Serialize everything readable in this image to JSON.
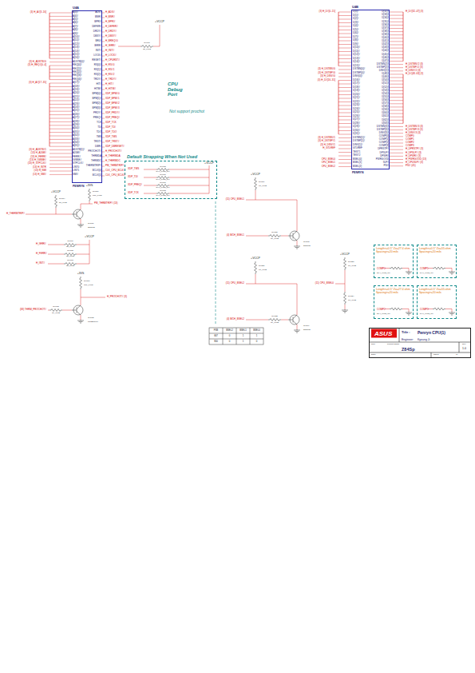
{
  "diagram": {
    "nodes": [
      {
        "text": [
          "U4A",
          "PENRYN"
        ]
      },
      {
        "text": [
          "U4B",
          "PENRYN"
        ]
      },
      {
        "text": [
          "Default Strapping When Not Used"
        ]
      },
      {
        "text": [
          "Length<=0.5\" Zo=27.4 ohm Spacing>=20 mils",
          "COMP0",
          "27.4_0402_1%"
        ]
      },
      {
        "text": [
          "Length<=0.5\" Zo=55 ohm Spacing>=20 mils",
          "COMP1",
          "54.9_0402_1%"
        ]
      },
      {
        "text": [
          "Length<=0.5\" Zo=27.4 ohm Spacing>=20 mils",
          "COMP2",
          "27.4_0402_1%"
        ]
      },
      {
        "text": [
          "Length<=0.5\" Zo=55 ohm Spacing>=20 mils",
          "COMP3",
          "54.9_0402_1%"
        ]
      },
      {
        "text": [
          "ASUS",
          "Title :",
          "Penryn CPU(1)",
          "Engineer:",
          "Kyoung Ji",
          "Size",
          "Project Name",
          "Rev",
          "Z84Sp",
          "1.0",
          "Date:",
          "Sheet",
          "of"
        ]
      }
    ],
    "labels": [
      "A[3]#",
      "A[4]#",
      "A[5]#",
      "A[6]#",
      "A[7]#",
      "A[8]#",
      "A[9]#",
      "A[10]#",
      "A[11]#",
      "A[12]#",
      "A[13]#",
      "A[14]#",
      "A[15]#",
      "A[16]#",
      "ADSTB[0]#",
      "REQ[0]#",
      "REQ[1]#",
      "REQ[2]#",
      "REQ[3]#",
      "REQ[4]#",
      "A[17]#",
      "A[18]#",
      "A[19]#",
      "A[20]#",
      "A[21]#",
      "A[22]#",
      "A[23]#",
      "A[24]#",
      "A[25]#",
      "A[26]#",
      "A[27]#",
      "A[28]#",
      "A[29]#",
      "A[30]#",
      "A[31]#",
      "A[32]#",
      "A[33]#",
      "A[34]#",
      "A[35]#",
      "ADSTB[1]#",
      "A20M#",
      "FERR#",
      "IGNNE#",
      "STPCLK#",
      "LINT0",
      "LINT1",
      "SMI#",
      "ADS#",
      "BNR#",
      "BPRI#",
      "DEFER#",
      "DRDY#",
      "DBSY#",
      "BR0#",
      "IERR#",
      "INIT#",
      "LOCK#",
      "RESET#",
      "RS[0]#",
      "RS[1]#",
      "RS[2]#",
      "TRDY#",
      "HIT#",
      "HITM#",
      "BPM[0]#",
      "BPM[1]#",
      "BPM[2]#",
      "BPM[3]#",
      "PRDY#",
      "PREQ#",
      "TCK",
      "TDI",
      "TDO",
      "TMS",
      "TRST#",
      "DBR#",
      "PROCHOT#",
      "THRMDA",
      "THRMDC",
      "THERMTRIP#",
      "BCLK[0]",
      "BCLK[1]",
      "H_ADS#",
      "H_BNR#",
      "H_BPRI#",
      "H_DEFER#",
      "H_DRDY#",
      "H_DBSY#",
      "H_BREQ#0",
      "H_IERR#",
      "H_INIT#",
      "H_LOCK#",
      "H_CPURST#",
      "H_RS#0",
      "H_RS#1",
      "H_RS#2",
      "H_TRDY#",
      "H_HIT#",
      "H_HITM#",
      "XDP_BPM#0",
      "XDP_BPM#1",
      "XDP_BPM#2",
      "XDP_BPM#3",
      "XDP_PRDY#",
      "XDP_PREQ#",
      "XDP_TCK",
      "XDP_TDI",
      "XDP_TDO",
      "XDP_TMS",
      "XDP_TRST#",
      "XDP_DBRESET#",
      "H_PROCHOT#",
      "H_THERMDA",
      "H_THERMDC",
      "PM_THRMTRIP#",
      "CLK_CPU_BCLK",
      "CLK_CPU_BCLK#",
      "D[0]#",
      "D[1]#",
      "D[2]#",
      "D[3]#",
      "D[4]#",
      "D[5]#",
      "D[6]#",
      "D[7]#",
      "D[8]#",
      "D[9]#",
      "D[10]#",
      "D[11]#",
      "D[12]#",
      "D[13]#",
      "D[14]#",
      "D[15]#",
      "DSTBN[0]#",
      "DSTBP[0]#",
      "DINV[0]#",
      "D[16]#",
      "D[17]#",
      "D[18]#",
      "D[19]#",
      "D[20]#",
      "D[21]#",
      "D[22]#",
      "D[23]#",
      "D[24]#",
      "D[25]#",
      "D[26]#",
      "D[27]#",
      "D[28]#",
      "D[29]#",
      "D[30]#",
      "D[31]#",
      "DSTBN[1]#",
      "DSTBP[1]#",
      "DINV[1]#",
      "GTLREF",
      "TEST1",
      "TEST2",
      "BSEL[0]",
      "BSEL[1]",
      "BSEL[2]",
      "D[32]#",
      "D[33]#",
      "D[34]#",
      "D[35]#",
      "D[36]#",
      "D[37]#",
      "D[38]#",
      "D[39]#",
      "D[40]#",
      "D[41]#",
      "D[42]#",
      "D[43]#",
      "D[44]#",
      "D[45]#",
      "D[46]#",
      "D[47]#",
      "DSTBN[2]#",
      "DSTBP[2]#",
      "DINV[2]#",
      "D[48]#",
      "D[49]#",
      "D[50]#",
      "D[51]#",
      "D[52]#",
      "D[53]#",
      "D[54]#",
      "D[55]#",
      "D[56]#",
      "D[57]#",
      "D[58]#",
      "D[59]#",
      "D[60]#",
      "D[61]#",
      "D[62]#",
      "D[63]#",
      "DSTBN[3]#",
      "DSTBP[3]#",
      "DINV[3]#",
      "COMP[0]",
      "COMP[1]",
      "COMP[2]",
      "COMP[3]",
      "DPRSTP#",
      "DPSLP#",
      "DPWR#",
      "PWRGOOD",
      "SLP#",
      "PSI#",
      "(3) H_A#[3..16]",
      "(3) H_ADSTB#0",
      "(3) H_REQ#[0..4]",
      "(3) H_A#[17..35]",
      "(3) H_ADSTB#1",
      "(13) H_A20M#",
      "(13) H_FERR#",
      "(13) H_IGNNE#",
      "(13) H_STPCLK#",
      "(13) H_INTR",
      "(13) H_NMI",
      "(13) H_SMI#",
      "(3) H_D#[0..15]",
      "(3) H_DSTBN#0",
      "(3) H_DSTBP#0",
      "(3) H_DINV#0",
      "(3) H_D#[16..31]",
      "(3) H_DSTBN#1",
      "(3) H_DSTBP#1",
      "(3) H_DINV#1",
      "H_GTLREF",
      "CPU_BSEL0",
      "CPU_BSEL1",
      "CPU_BSEL2",
      "H_D#[32..47] (3)",
      "H_DSTBN#2 (3)",
      "H_DSTBP#2 (3)",
      "H_DINV#2 (3)",
      "H_D#[48..63] (3)",
      "H_DSTBN#3 (3)",
      "H_DSTBP#3 (3)",
      "H_DINV#3 (3)",
      "COMP0",
      "COMP1",
      "COMP2",
      "COMP3",
      "H_DPRSTP# (3)",
      "H_DPSLP# (3)",
      "H_DPWR# (3)",
      "H_PWRGOOD (13)",
      "H_CPUSLP# (3)",
      "PSI# (45)",
      "+VCCP",
      "R4001",
      "56_0402",
      "CPU Debug Port",
      "Not support prochot",
      "XDP_TMS",
      "XDP_TDI",
      "XDP_PREQ#",
      "XDP_TCK",
      "R4005",
      "R4006",
      "R4007",
      "R4008",
      "54.9_0402_1%",
      "54.9_0402_1%",
      "54.9_0402_1%",
      "54.9_0402_1%",
      "+VCCP",
      "+VCCP",
      "R4014",
      "56_0402",
      "+3VS",
      "R4016",
      "10K_0402",
      "H_THERMTRIP#",
      "PM_THRMTRIP# (13)",
      "Q4001",
      "2N7002",
      "+VCCP",
      "H_IERR#",
      "H_FERR#",
      "H_INIT#",
      "R4011",
      "R4012",
      "R4013",
      "56_0402",
      "56_0402",
      "56_0402",
      "+3VS",
      "R4017",
      "10K_0402",
      "H_PROCHOT# (3)",
      "(38) THRM_PROCHOT#",
      "R4018",
      "1K_0402",
      "Q4002",
      "MMBT3904",
      "+VCCP",
      "R4019",
      "1K_0402",
      "(11) CPU_BSEL1",
      "(4) MCH_BSEL1",
      "R4021",
      "1K_0402",
      "Q4003",
      "2N7002",
      "+VCCP",
      "R4020",
      "1K_0402",
      "(11) CPU_BSEL2",
      "(4) MCH_BSEL2",
      "R4022",
      "1K_0402",
      "Q4004",
      "2N7002",
      "+VCCP",
      "R4023",
      "1K_0402",
      "(11) CPU_BSEL0",
      "R4024",
      "1K_0402",
      "FSB",
      "BSEL2",
      "BSEL1",
      "BSEL0",
      "667",
      "0",
      "1",
      "1",
      "800",
      "0",
      "1",
      "0"
    ]
  }
}
